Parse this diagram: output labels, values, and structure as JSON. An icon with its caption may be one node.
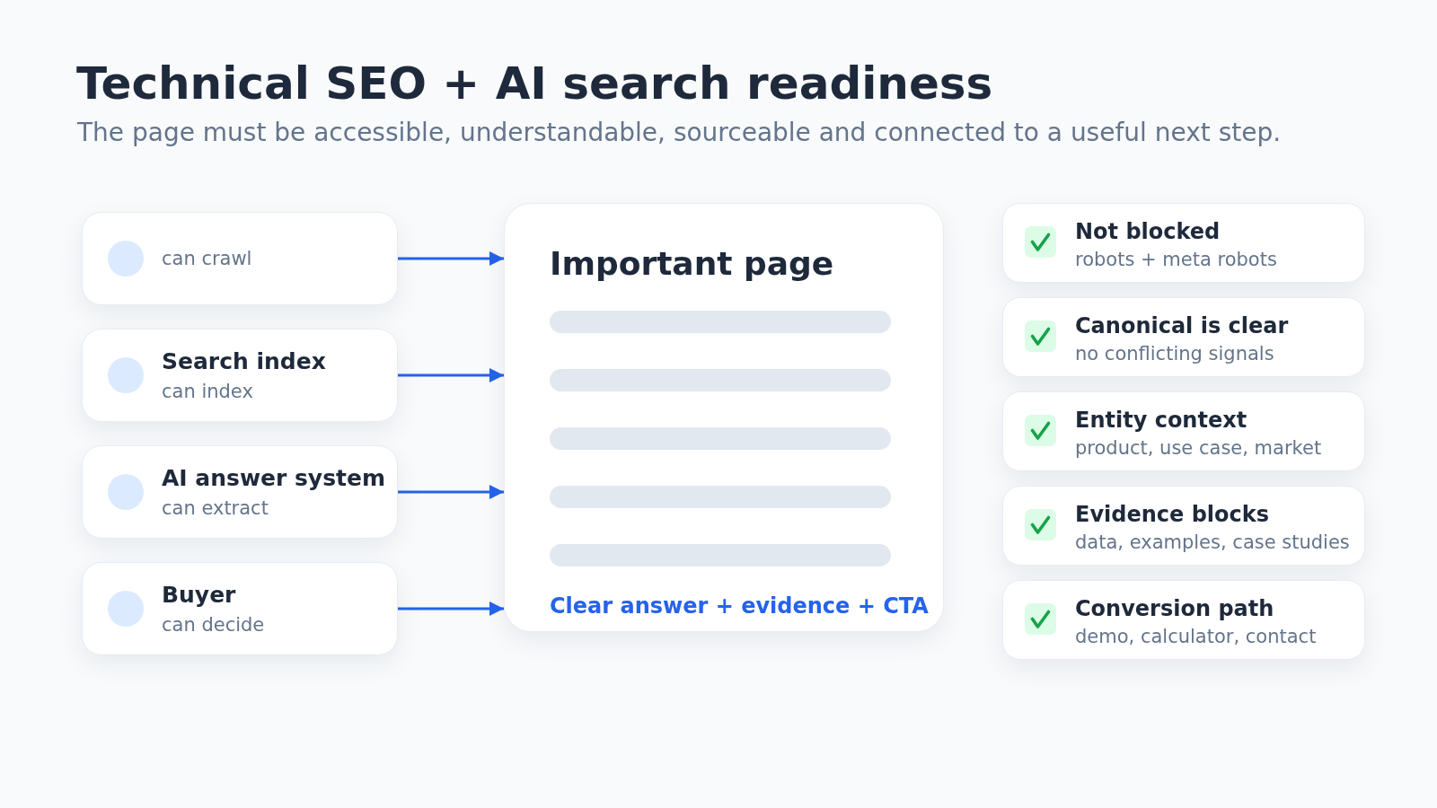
{
  "diagram": {
    "title": "Technical SEO + AI search readiness",
    "nodes": [
      {
        "text": [
          "can crawl"
        ]
      },
      {
        "text": [
          "Search index",
          "can index"
        ]
      },
      {
        "text": [
          "AI answer system",
          "can extract"
        ]
      },
      {
        "text": [
          "Buyer",
          "can decide"
        ]
      },
      {
        "text": [
          "Important page",
          "Clear answer + evidence + CTA"
        ]
      },
      {
        "text": [
          "Not blocked",
          "robots + meta robots"
        ]
      },
      {
        "text": [
          "Canonical is clear",
          "no conflicting signals"
        ]
      },
      {
        "text": [
          "Entity context",
          "product, use case, market"
        ]
      },
      {
        "text": [
          "Evidence blocks",
          "data, examples, case studies"
        ]
      },
      {
        "text": [
          "Conversion path",
          "demo, calculator, contact"
        ]
      }
    ],
    "edges": [
      {
        "from": 0,
        "to": 4,
        "arrow": "to"
      },
      {
        "from": 1,
        "to": 4,
        "arrow": "to"
      },
      {
        "from": 2,
        "to": 4,
        "arrow": "to"
      },
      {
        "from": 3,
        "to": 4,
        "arrow": "to"
      }
    ],
    "labels": [
      "The page must be accessible, understandable, sourceable and connected to a useful next step."
    ]
  }
}
